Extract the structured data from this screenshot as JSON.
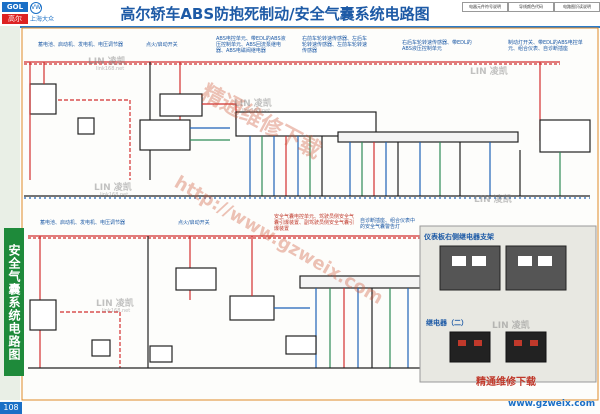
{
  "header": {
    "title": "高尔轿车ABS防抱死制动/安全气囊系统电路图",
    "model": "GOL",
    "model_sub": "高尔",
    "maker": "上海大众",
    "vw_logo": "VW"
  },
  "legend": {
    "items": [
      "电器元件符号说明",
      "导线颜色代码",
      "电路图识读说明"
    ]
  },
  "annotations": {
    "top_1": "蓄电池、启动机、发电机、电压调节器",
    "top_2": "点火/启动开关",
    "top_3": "ABS电控单元、带EDL的ABS液压控制单元、ABS回流泵继电器、ABS电磁阀继电器",
    "top_4": "右前车轮转速传感器、左后车轮转速传感器、左前车轮转速传感器",
    "top_5": "右后车轮转速传感器、带EDL的ABS液压控制单元",
    "top_6": "制动灯开关、带EDL的ABS电控单元、组合仪表、自诊断插座",
    "bot_1": "蓄电池、启动机、发电机、电压调节器",
    "bot_2": "点火/启动开关",
    "bot_3": "安全气囊电控单元、驾驶员侧安全气囊引爆装置、副驾驶员侧安全气囊引爆装置",
    "bot_4": "自诊断插座、组合仪表中的安全气囊警告灯"
  },
  "section_label": "安全气囊系统电路图",
  "panel": {
    "title": "仪表板右侧继电器支架",
    "relay_label": "继电器（二）"
  },
  "watermarks": {
    "big_1": "精通维修下载",
    "big_2": "http://www.gzweix.com",
    "lingkai": "LIN 凌凯",
    "lingkai_url": "link168.net"
  },
  "footer": {
    "page_number": "108",
    "site_brand": "精通维修下载",
    "site_url": "www.gzweix.com"
  },
  "colors": {
    "wire_red": "#d32f2f",
    "wire_blue": "#1e63b8",
    "wire_green": "#2e8b57",
    "wire_black": "#222222",
    "accent_blue": "#1d5aa6",
    "section_green": "#1e8a3a"
  }
}
